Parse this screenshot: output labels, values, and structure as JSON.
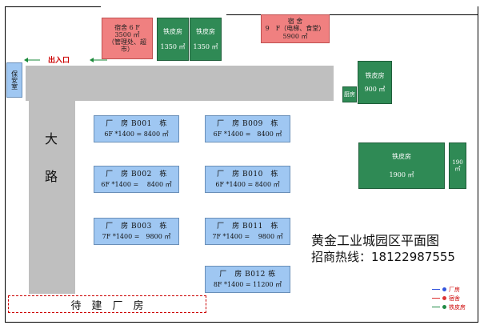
{
  "map": {
    "title": "黄金工业城园区平面图",
    "hotline": "招商热线：18122987555",
    "entrance_label": "出入口",
    "guard_label": "保安室",
    "road_label": [
      "大",
      "路"
    ],
    "reserved_label": "待　建　厂　房"
  },
  "dorms": [
    {
      "line1": "宿舍 6 F",
      "line2": "3500 ㎡",
      "line3": "（管理处、超",
      "line4": "市）"
    },
    {
      "line1": "宿 舍",
      "line2": "9　F（电梯、食堂）",
      "line3": "5900 ㎡"
    }
  ],
  "sheds": [
    {
      "name": "铁皮房",
      "area": "1350 ㎡"
    },
    {
      "name": "铁皮房",
      "area": "1350 ㎡"
    },
    {
      "name": "铁皮房",
      "area": "900 ㎡"
    },
    {
      "name": "厨房"
    },
    {
      "name": "铁皮房",
      "area": "1900 ㎡"
    },
    {
      "name": "190 ㎡"
    }
  ],
  "factories": [
    {
      "name": "厂　房 B001　栋",
      "detail": "6F *1400 = 8400 ㎡"
    },
    {
      "name": "厂　房 B009　栋",
      "detail": "6F *1400 =　8400 ㎡"
    },
    {
      "name": "厂　房 B002　栋",
      "detail": "6F *1400 =　 8400 ㎡"
    },
    {
      "name": "厂　房 B010　栋",
      "detail": "6F *1400 = 8400 ㎡"
    },
    {
      "name": "厂　房 B003　栋",
      "detail": "7F *1400 =　9800 ㎡"
    },
    {
      "name": "厂　房 B011　栋",
      "detail": "7F *1400 =　 9800 ㎡"
    },
    {
      "name": "厂　房 B012 栋",
      "detail": "8F *1400 = 11200 ㎡"
    }
  ],
  "legend": [
    {
      "label": "厂房",
      "color": "#3355dd"
    },
    {
      "label": "宿舍",
      "color": "#dd3333"
    },
    {
      "label": "铁皮房",
      "color": "#1f8a45"
    }
  ],
  "colors": {
    "factory": "#9fc7f2",
    "dorm": "#f08080",
    "shed": "#2f8a55",
    "road": "#bfbfbf",
    "accent": "#cc0000"
  }
}
